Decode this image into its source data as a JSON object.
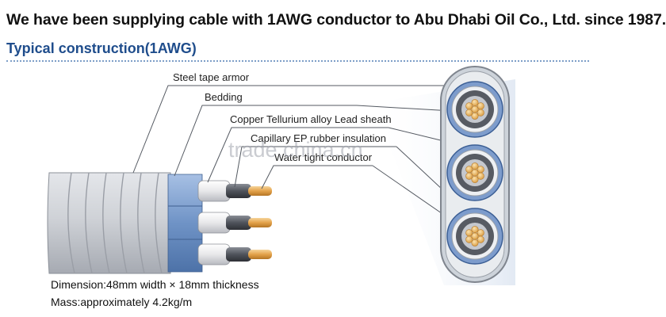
{
  "headline": "We have been supplying cable with 1AWG conductor to Abu Dhabi Oil Co., Ltd. since 1987.",
  "subtitle": "Typical construction(1AWG)",
  "callouts": {
    "steel_tape_armor": "Steel tape armor",
    "bedding": "Bedding",
    "lead_sheath": "Copper Tellurium alloy Lead sheath",
    "insulation": "Capillary EP rubber insulation",
    "conductor": "Water tight conductor"
  },
  "watermark": "trade.china.cn",
  "specs": {
    "dimension": "Dimension:48mm width × 18mm thickness",
    "mass": "Mass:approximately 4.2kg/m"
  },
  "colors": {
    "headline": "#111111",
    "subtitle": "#1f4d8c",
    "armor": "#c8ccd2",
    "bedding": "#6f93c6",
    "lead_sheath": "#e8e8ea",
    "insulation": "#5a5e66",
    "conductor": "#e3a24a"
  }
}
